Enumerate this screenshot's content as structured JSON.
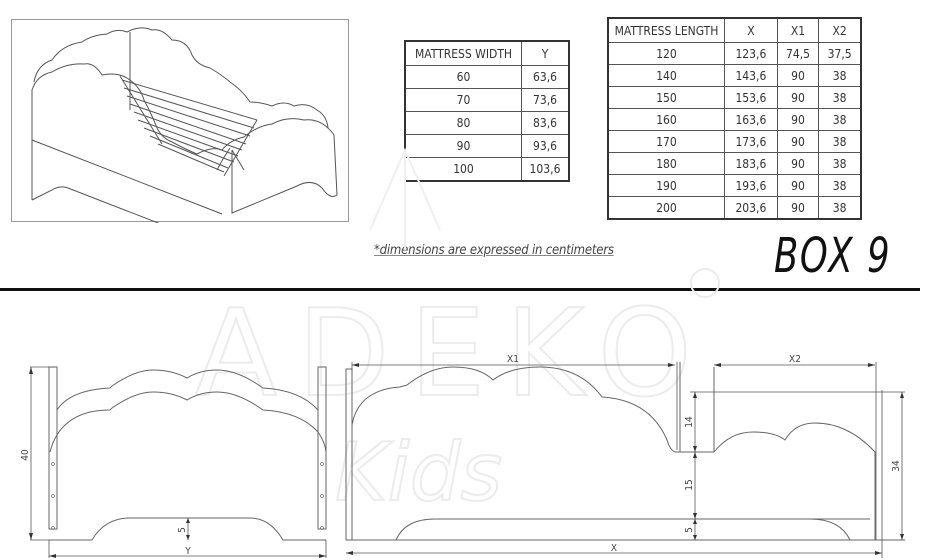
{
  "title": "BOX 9",
  "note": "*dimensions are expressed in centimeters",
  "watermark": {
    "brand": "ADEKO",
    "sub": "Kids",
    "mark": "registered-mark"
  },
  "width_table": {
    "headers": [
      "MATTRESS WIDTH",
      "Y"
    ],
    "rows": [
      [
        "60",
        "63,6"
      ],
      [
        "70",
        "73,6"
      ],
      [
        "80",
        "83,6"
      ],
      [
        "90",
        "93,6"
      ],
      [
        "100",
        "103,6"
      ]
    ]
  },
  "length_table": {
    "headers": [
      "MATTRESS LENGTH",
      "X",
      "X1",
      "X2"
    ],
    "rows": [
      [
        "120",
        "123,6",
        "74,5",
        "37,5"
      ],
      [
        "140",
        "143,6",
        "90",
        "38"
      ],
      [
        "150",
        "153,6",
        "90",
        "38"
      ],
      [
        "160",
        "163,6",
        "90",
        "38"
      ],
      [
        "170",
        "173,6",
        "90",
        "38"
      ],
      [
        "180",
        "183,6",
        "90",
        "38"
      ],
      [
        "190",
        "193,6",
        "90",
        "38"
      ],
      [
        "200",
        "203,6",
        "90",
        "38"
      ]
    ]
  },
  "drawings": {
    "end_view": {
      "height_label": "40",
      "foot_label": "5",
      "width_label": "Y"
    },
    "side_view": {
      "headboard_width_label": "X1",
      "footboard_width_label": "X2",
      "total_length_label": "X",
      "step_label": "14",
      "mid_label": "15",
      "foot_label": "5",
      "footboard_height_label": "34"
    }
  }
}
